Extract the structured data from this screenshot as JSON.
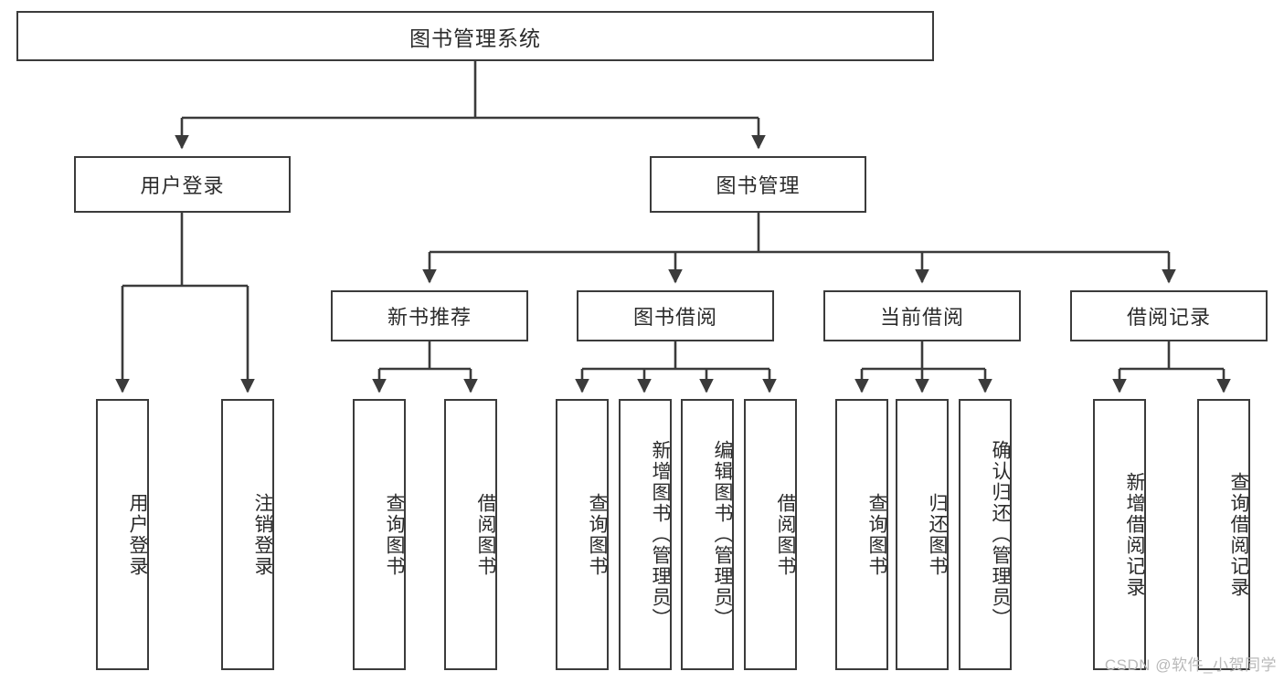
{
  "diagram": {
    "title": "图书管理系统",
    "watermark": "CSDN @软件_小贺同学",
    "line_color": "#3b3b3b",
    "text_color": "#2b2b2b",
    "background": "#ffffff",
    "root": {
      "label": "图书管理系统"
    },
    "level2": [
      {
        "label": "用户登录"
      },
      {
        "label": "图书管理"
      }
    ],
    "level3": [
      {
        "label": "新书推荐"
      },
      {
        "label": "图书借阅"
      },
      {
        "label": "当前借阅"
      },
      {
        "label": "借阅记录"
      }
    ],
    "leaves": {
      "user_login": [
        {
          "label": "用户登录"
        },
        {
          "label": "注销登录"
        }
      ],
      "new_book_recommend": [
        {
          "label": "查询图书"
        },
        {
          "label": "借阅图书"
        }
      ],
      "book_borrow": [
        {
          "label": "查询图书"
        },
        {
          "label": "新增图书（管理员）"
        },
        {
          "label": "编辑图书（管理员）"
        },
        {
          "label": "借阅图书"
        }
      ],
      "current_borrow": [
        {
          "label": "查询图书"
        },
        {
          "label": "归还图书"
        },
        {
          "label": "确认归还（管理员）"
        }
      ],
      "borrow_record": [
        {
          "label": "新增借阅记录"
        },
        {
          "label": "查询借阅记录"
        }
      ]
    }
  }
}
